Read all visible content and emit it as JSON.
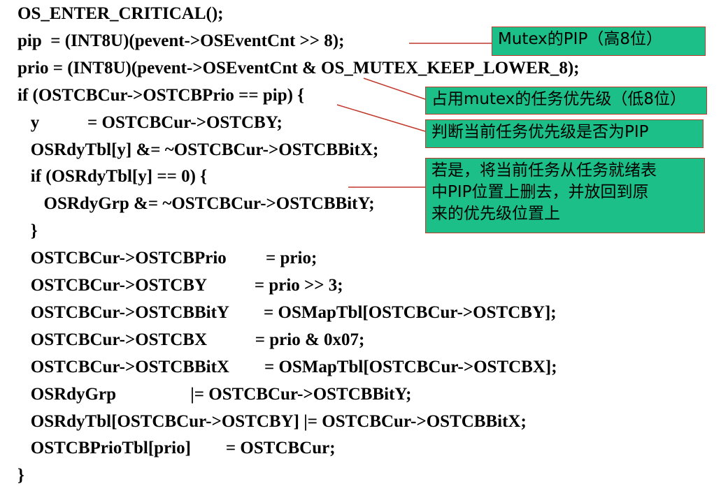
{
  "code": {
    "lines": [
      "OS_ENTER_CRITICAL();",
      "pip  = (INT8U)(pevent->OSEventCnt >> 8);",
      "prio = (INT8U)(pevent->OSEventCnt & OS_MUTEX_KEEP_LOWER_8);",
      "if (OSTCBCur->OSTCBPrio == pip) {",
      "   y           = OSTCBCur->OSTCBY;",
      "   OSRdyTbl[y] &= ~OSTCBCur->OSTCBBitX;",
      "   if (OSRdyTbl[y] == 0) {",
      "      OSRdyGrp &= ~OSTCBCur->OSTCBBitY;",
      "   }",
      "   OSTCBCur->OSTCBPrio         = prio;",
      "   OSTCBCur->OSTCBY           = prio >> 3;",
      "   OSTCBCur->OSTCBBitY        = OSMapTbl[OSTCBCur->OSTCBY];",
      "   OSTCBCur->OSTCBX           = prio & 0x07;",
      "   OSTCBCur->OSTCBBitX        = OSMapTbl[OSTCBCur->OSTCBX];",
      "   OSRdyGrp                 |= OSTCBCur->OSTCBBitY;",
      "   OSRdyTbl[OSTCBCur->OSTCBY] |= OSTCBCur->OSTCBBitX;",
      "   OSTCBPrioTbl[prio]        = OSTCBCur;",
      "}"
    ]
  },
  "notes": {
    "mutex_pip": "Mutex的PIP（高8位）",
    "owner_prio": "占用mutex的任务优先级（低8位）",
    "check_pip": "判断当前任务优先级是否为PIP",
    "remove_restore": "若是，将当前任务从任务就绪表\n中PIP位置上删去，并放回到原\n来的优先级位置上"
  },
  "colors": {
    "note_fill": "#1bbf87",
    "note_border": "#c0392b",
    "leader_line": "#c0392b",
    "text": "#000000"
  }
}
